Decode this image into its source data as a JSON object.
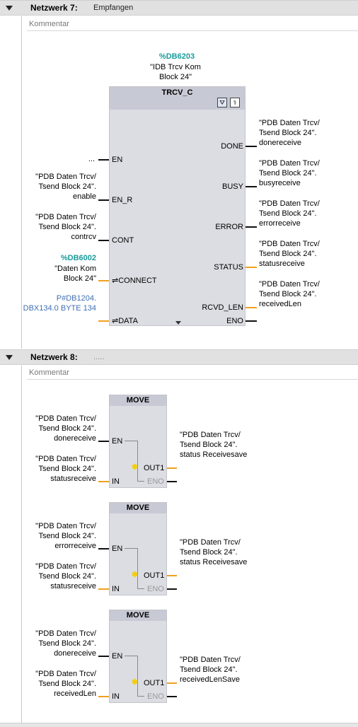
{
  "net7": {
    "title": "Netzwerk 7:",
    "subtitle": "Empfangen",
    "comment": "Kommentar",
    "instance_db": "%DB6203",
    "instance_name": "\"IDB Trcv Kom Block 24\"",
    "block_name": "TRCV_C",
    "inputs": [
      {
        "pin": "EN",
        "arg": "..."
      },
      {
        "pin": "EN_R",
        "arg": "\"PDB Daten Trcv/ Tsend Block 24\". enable"
      },
      {
        "pin": "CONT",
        "arg": "\"PDB Daten Trcv/ Tsend Block 24\". contrcv"
      },
      {
        "pin": "⇌CONNECT",
        "db": "%DB6002",
        "arg": "\"Daten Kom Block 24\""
      },
      {
        "pin": "⇌DATA",
        "arg": "P#DB1204. DBX134.0 BYTE 134"
      }
    ],
    "outputs": [
      {
        "pin": "DONE",
        "arg": "\"PDB Daten Trcv/ Tsend Block 24\". donereceive"
      },
      {
        "pin": "BUSY",
        "arg": "\"PDB Daten Trcv/ Tsend Block 24\". busyreceive"
      },
      {
        "pin": "ERROR",
        "arg": "\"PDB Daten Trcv/ Tsend Block 24\". errorreceive"
      },
      {
        "pin": "STATUS",
        "arg": "\"PDB Daten Trcv/ Tsend Block 24\". statusreceive"
      },
      {
        "pin": "RCVD_LEN",
        "arg": "\"PDB Daten Trcv/ Tsend Block 24\". receivedLen"
      },
      {
        "pin": "ENO",
        "arg": ""
      }
    ],
    "icons": [
      "connection-config-icon",
      "diagnostics-icon"
    ]
  },
  "net8": {
    "title": "Netzwerk 8:",
    "subtitle": ".....",
    "comment": "Kommentar",
    "moves": [
      {
        "name": "MOVE",
        "en_arg": "\"PDB Daten Trcv/ Tsend Block 24\". donereceive",
        "in_arg": "\"PDB Daten Trcv/ Tsend Block 24\". statusreceive",
        "out_arg": "\"PDB Daten Trcv/ Tsend Block 24\". status Receivesave",
        "pins": {
          "en": "EN",
          "in": "IN",
          "out": "OUT1",
          "eno": "ENO"
        }
      },
      {
        "name": "MOVE",
        "en_arg": "\"PDB Daten Trcv/ Tsend Block 24\". errorreceive",
        "in_arg": "\"PDB Daten Trcv/ Tsend Block 24\". statusreceive",
        "out_arg": "\"PDB Daten Trcv/ Tsend Block 24\". status Receivesave",
        "pins": {
          "en": "EN",
          "in": "IN",
          "out": "OUT1",
          "eno": "ENO"
        }
      },
      {
        "name": "MOVE",
        "en_arg": "\"PDB Daten Trcv/ Tsend Block 24\". donereceive",
        "in_arg": "\"PDB Daten Trcv/ Tsend Block 24\". receivedLen",
        "out_arg": "\"PDB Daten Trcv/ Tsend Block 24\". receivedLenSave",
        "pins": {
          "en": "EN",
          "in": "IN",
          "out": "OUT1",
          "eno": "ENO"
        }
      }
    ]
  }
}
